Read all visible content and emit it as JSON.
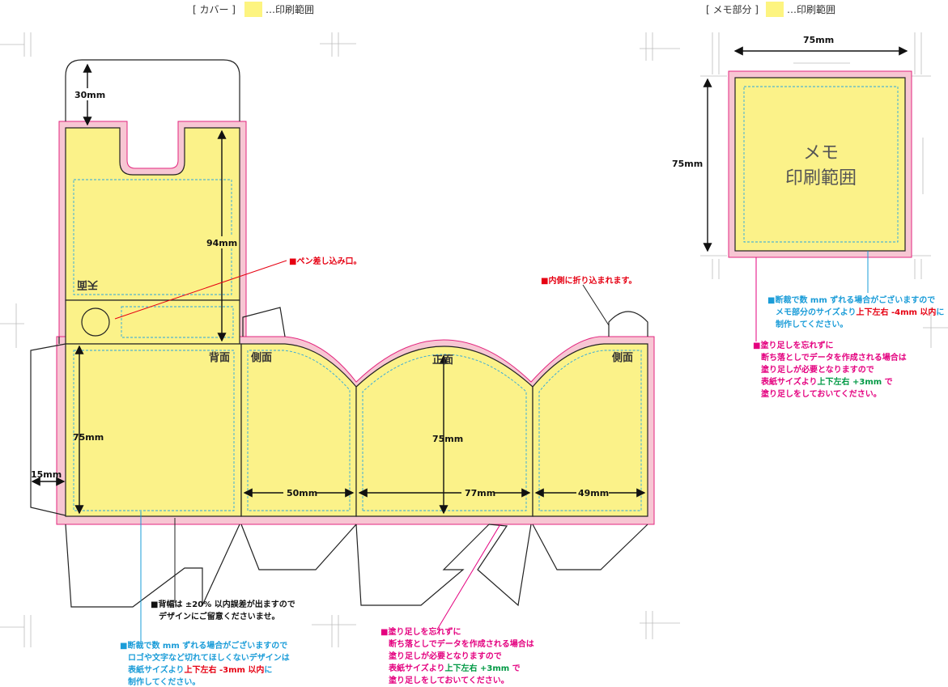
{
  "legend": {
    "cover_label": "[ カバー ]",
    "cover_text": "…印刷範囲",
    "memo_label": "[ メモ部分 ]",
    "memo_text": "…印刷範囲",
    "swatch_color": "#fdf480"
  },
  "colors": {
    "bleed": "#f7c6d3",
    "print": "#fbf289",
    "outline": "#222222",
    "bleed_line": "#e3267f",
    "safe_line": "#2aa7df",
    "red": "#e60012",
    "magenta": "#e4007f",
    "cyan": "#1a9cd8",
    "green": "#009944"
  },
  "cover": {
    "top_panel_label": "天面",
    "back_label": "背面",
    "side_left_label": "側面",
    "front_label": "正面",
    "side_right_label": "側面",
    "dim_tab": "30mm",
    "dim_top_height": "94mm",
    "dim_height": "75mm",
    "dim_height_front": "75mm",
    "dim_glue": "15mm",
    "dim_side_left": "50mm",
    "dim_front": "77mm",
    "dim_side_right": "49mm"
  },
  "memo": {
    "title_line1": "メモ",
    "title_line2": "印刷範囲",
    "dim_width": "75mm",
    "dim_height": "75mm"
  },
  "notes": {
    "pen_slot": "■ペン差し込み口。",
    "fold_in": "■内側に折り込まれます。",
    "spine": {
      "line1": "■背幅は ±20% 以内誤差が出ますので",
      "line2": "デザインにご留意くださいませ。"
    },
    "cut_cover": {
      "line1": "■断裁で数 mm ずれる場合がございますので",
      "line2": "ロゴや文字など切れてほしくないデザインは",
      "line3_a": "表紙サイズより",
      "line3_b": "上下左右 -3mm 以内",
      "line3_c": "に",
      "line4": "制作してください。"
    },
    "bleed_cover": {
      "line1": "■塗り足しを忘れずに",
      "line2": "断ち落としでデータを作成される場合は",
      "line3": "塗り足しが必要となりますので",
      "line4_a": "表紙サイズより",
      "line4_b": "上下左右 +3mm",
      "line4_c": " で",
      "line5": "塗り足しをしておいてください。"
    },
    "cut_memo": {
      "line1": "■断裁で数 mm ずれる場合がございますので",
      "line2_a": "メモ部分のサイズより",
      "line2_b": "上下左右 -4mm 以内",
      "line2_c": "に",
      "line3": "制作してください。"
    },
    "bleed_memo": {
      "line1": "■塗り足しを忘れずに",
      "line2": "断ち落としでデータを作成される場合は",
      "line3": "塗り足しが必要となりますので",
      "line4_a": "表紙サイズより",
      "line4_b": "上下左右 +3mm",
      "line4_c": " で",
      "line5": "塗り足しをしておいてください。"
    }
  }
}
